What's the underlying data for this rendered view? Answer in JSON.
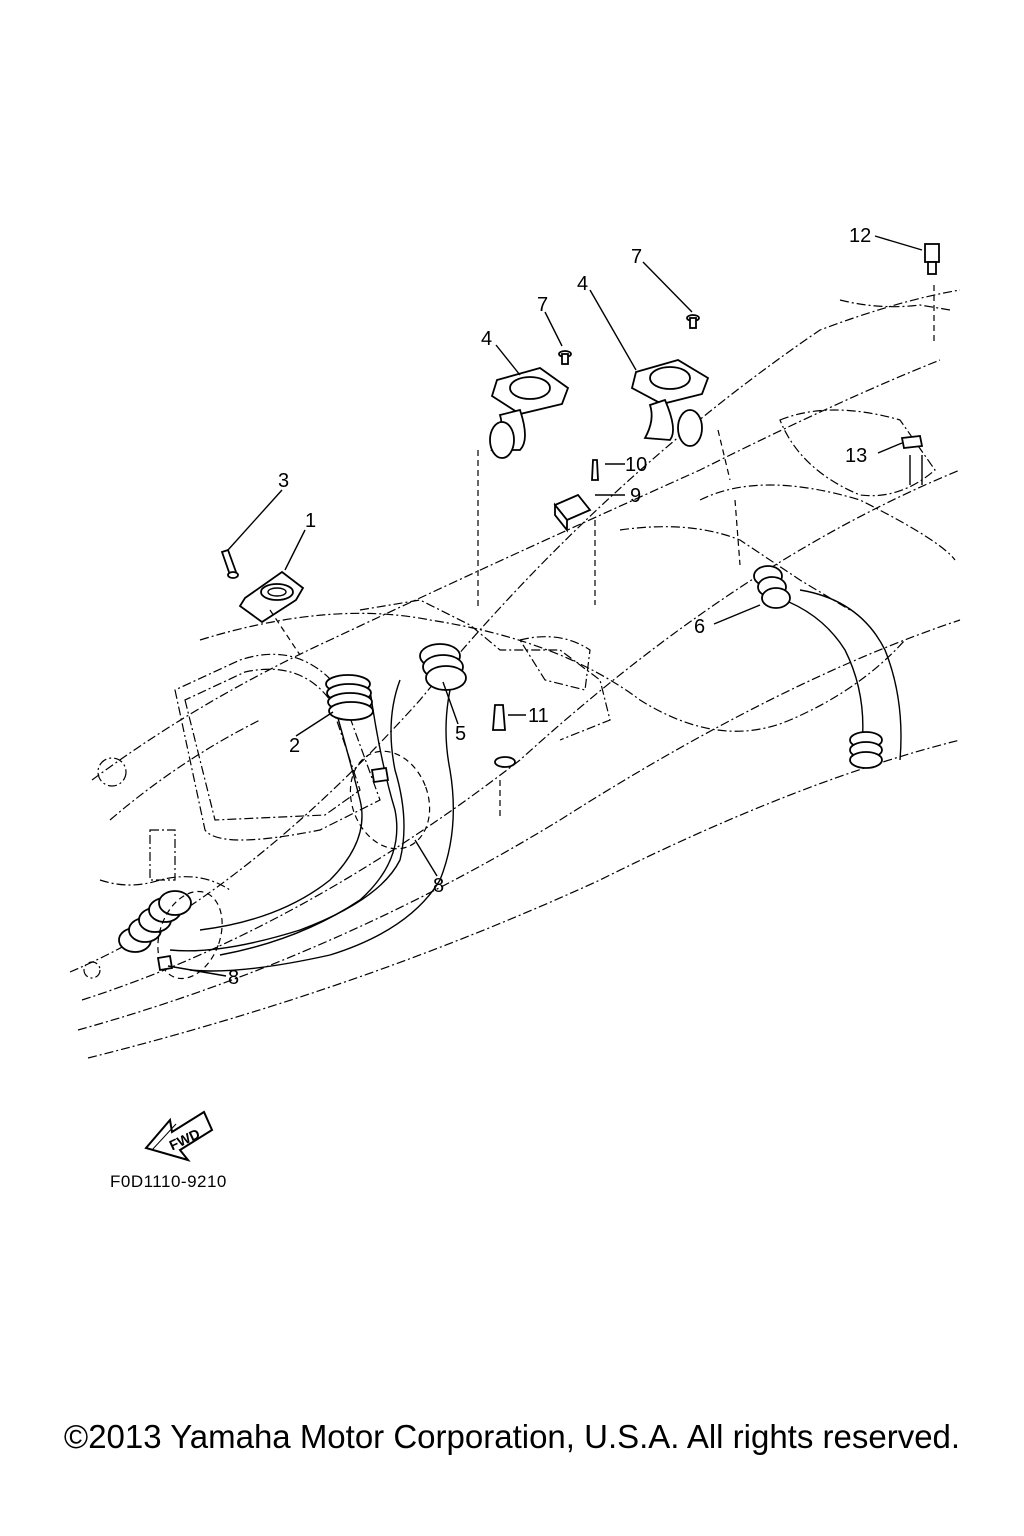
{
  "diagram_code": "F0D1110-9210",
  "copyright": "©2013 Yamaha Motor Corporation, U.S.A. All rights reserved.",
  "fwd_label": "FWD",
  "callouts": [
    {
      "id": "c1",
      "label": "1"
    },
    {
      "id": "c2",
      "label": "2"
    },
    {
      "id": "c3",
      "label": "3"
    },
    {
      "id": "c4a",
      "label": "4"
    },
    {
      "id": "c4b",
      "label": "4"
    },
    {
      "id": "c5",
      "label": "5"
    },
    {
      "id": "c6",
      "label": "6"
    },
    {
      "id": "c7a",
      "label": "7"
    },
    {
      "id": "c7b",
      "label": "7"
    },
    {
      "id": "c8a",
      "label": "8"
    },
    {
      "id": "c8b",
      "label": "8"
    },
    {
      "id": "c9",
      "label": "9"
    },
    {
      "id": "c10",
      "label": "10"
    },
    {
      "id": "c11",
      "label": "11"
    },
    {
      "id": "c12",
      "label": "12"
    },
    {
      "id": "c13",
      "label": "13"
    }
  ]
}
